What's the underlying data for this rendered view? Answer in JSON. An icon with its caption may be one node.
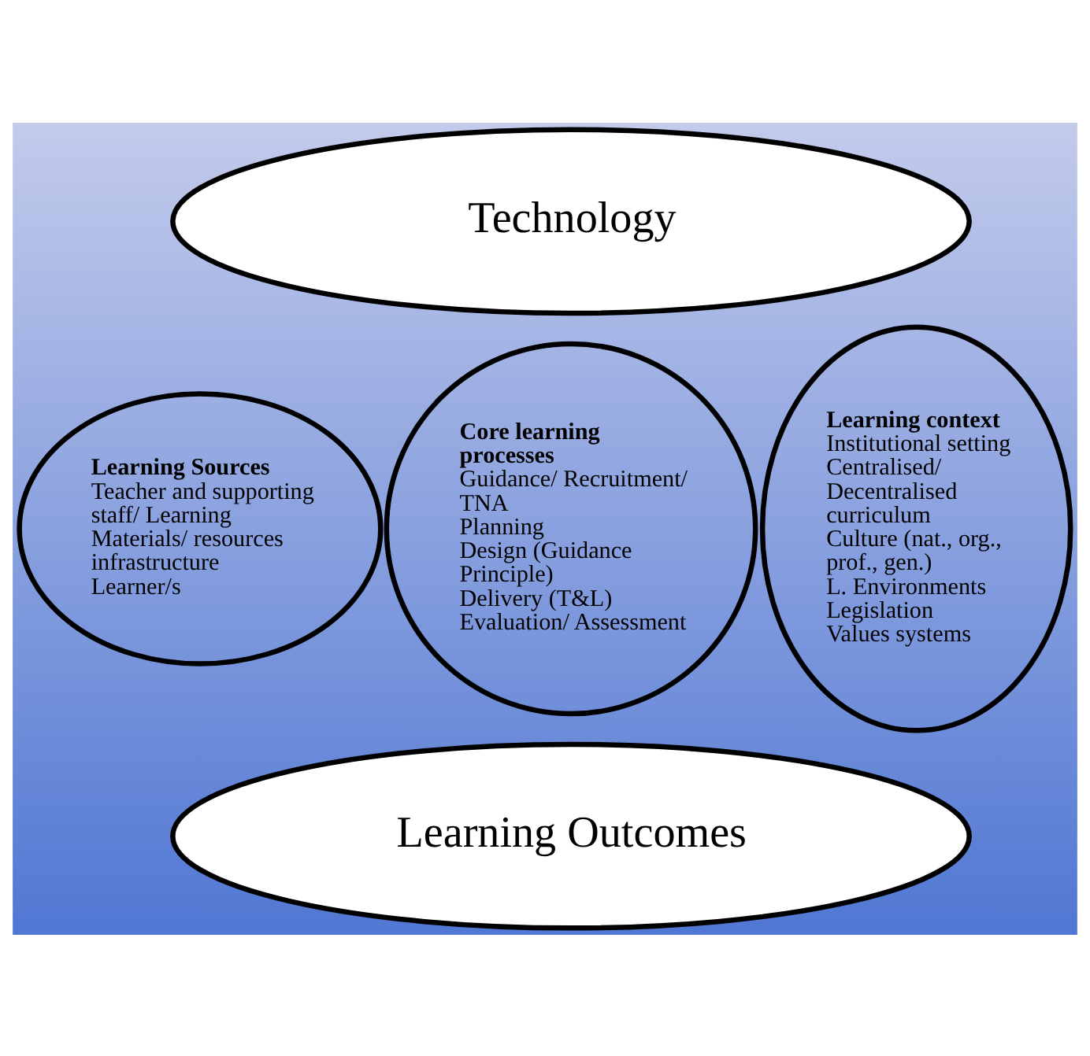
{
  "diagram": {
    "nodes": [
      {
        "text": [
          "Technology"
        ]
      },
      {
        "text": [
          "Learning Sources",
          "Teacher and supporting staff/ Learning Materials/ resources",
          "infrastructure",
          "Learner/s"
        ]
      },
      {
        "text": [
          "Core learning processes",
          "Guidance/ Recruitment/ TNA",
          "Planning",
          "Design (Guidance Principle)",
          "Delivery (T&L)",
          "Evaluation/ Assessment"
        ]
      },
      {
        "text": [
          "Learning context",
          "Institutional setting",
          "Centralised/ Decentralised curriculum",
          "Culture (nat., org., prof., gen.)",
          "L. Environments",
          "Legislation",
          "Values systems"
        ]
      },
      {
        "text": [
          "Learning Outcomes"
        ]
      }
    ]
  }
}
